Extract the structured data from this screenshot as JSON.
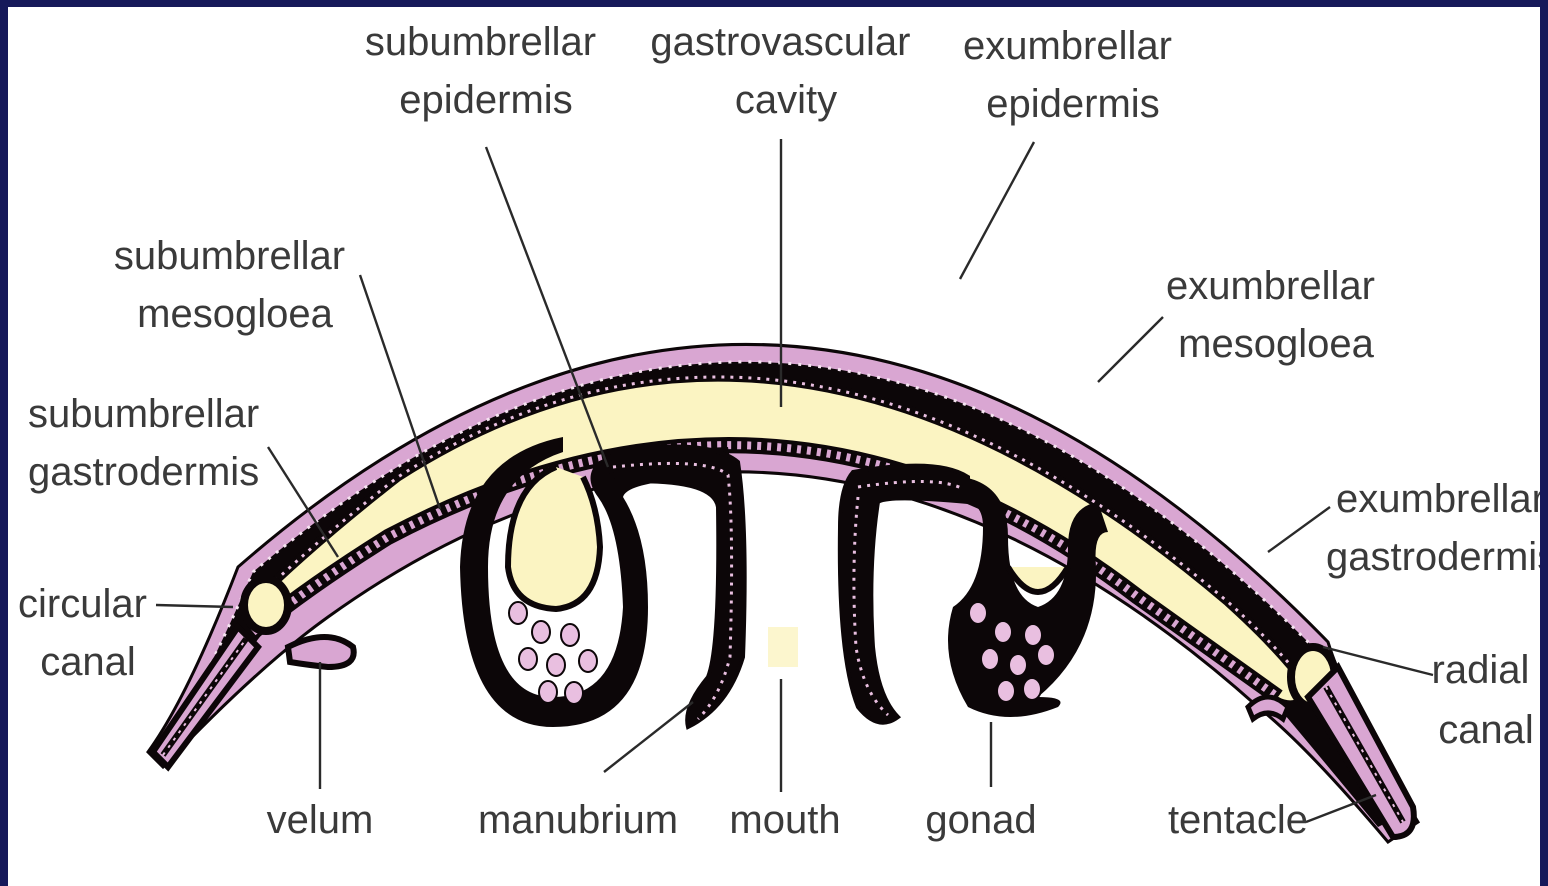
{
  "labels": {
    "subumbrellar_epidermis": [
      "subumbrellar",
      "epidermis"
    ],
    "gastrovascular_cavity": [
      "gastrovascular",
      "cavity"
    ],
    "exumbrellar_epidermis": [
      "exumbrellar",
      "epidermis"
    ],
    "subumbrellar_mesogloea": [
      "subumbrellar",
      "mesogloea"
    ],
    "exumbrellar_mesogloea": [
      "exumbrellar",
      "mesogloea"
    ],
    "subumbrellar_gastrodermis": [
      "subumbrellar",
      "gastrodermis"
    ],
    "exumbrellar_gastrodermis": [
      "exumbrellar",
      "gastrodermis"
    ],
    "circular_canal": [
      "circular",
      "canal"
    ],
    "radial_canal": [
      "radial",
      "canal"
    ],
    "velum": "velum",
    "manubrium": "manubrium",
    "mouth": "mouth",
    "gonad": "gonad",
    "tentacle": "tentacle"
  },
  "colors": {
    "frame_border": "#16195a",
    "background": "#ffffff",
    "mesogloea": "#0c0608",
    "epidermis": "#d9a6d2",
    "cavity": "#fbf4c2",
    "gonad_egg": "#e9bfe0",
    "label_text": "#3a3a3a"
  }
}
